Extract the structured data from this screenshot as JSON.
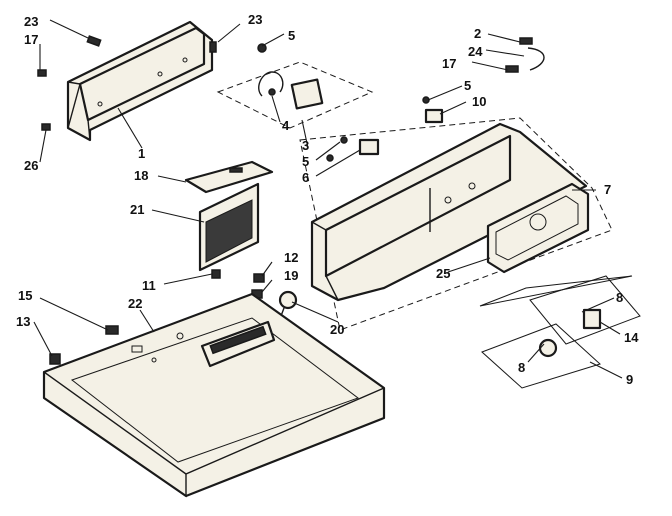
{
  "callouts": {
    "c1": "1",
    "c2": "2",
    "c3": "3",
    "c4": "4",
    "c5a": "5",
    "c5b": "5",
    "c5c": "5",
    "c6": "6",
    "c7": "7",
    "c8a": "8",
    "c8b": "8",
    "c9": "9",
    "c10": "10",
    "c11": "11",
    "c12": "12",
    "c13": "13",
    "c14": "14",
    "c15": "15",
    "c17a": "17",
    "c17b": "17",
    "c18": "18",
    "c19": "19",
    "c20": "20",
    "c21": "21",
    "c22": "22",
    "c23a": "23",
    "c23b": "23",
    "c24": "24",
    "c25": "25",
    "c26": "26"
  }
}
